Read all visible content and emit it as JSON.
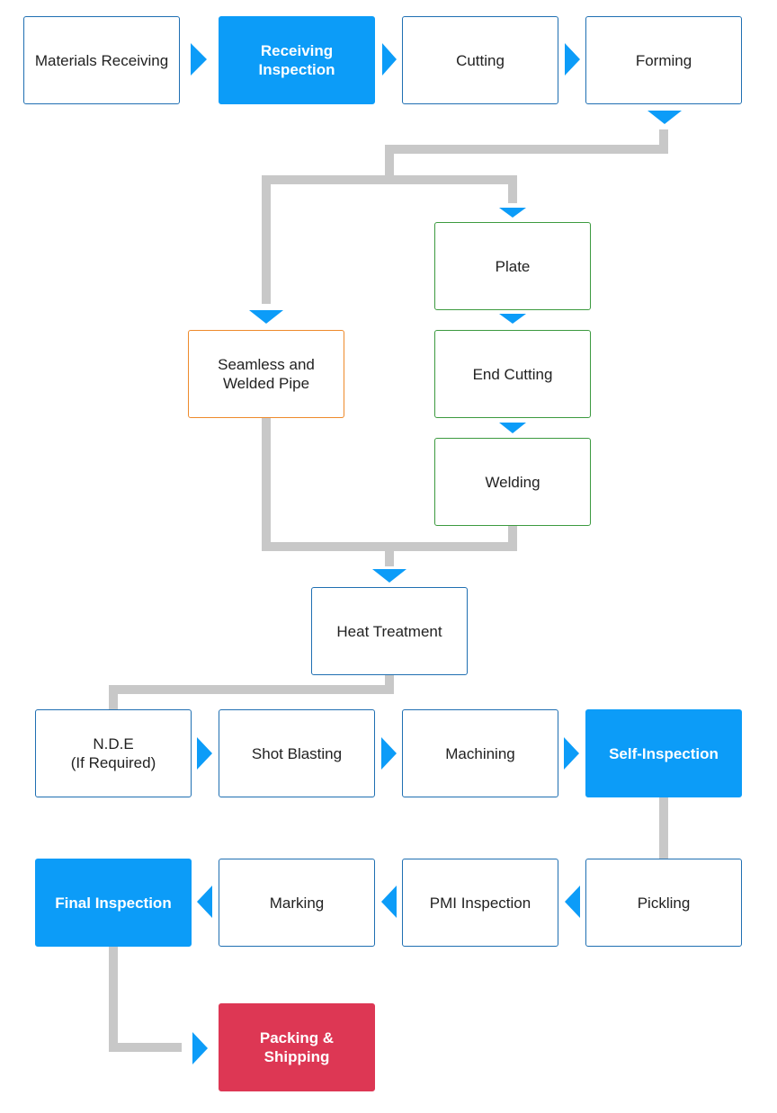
{
  "colors": {
    "blue": "#0c9cf8",
    "red": "#dd3754",
    "green_border": "#3c9a3f",
    "orange_border": "#ee8a2b",
    "default_border": "#1f6fb2",
    "connector": "#c8c8c8",
    "arrow": "#0c9cf8"
  },
  "steps": {
    "materials_receiving": "Materials Receiving",
    "receiving_inspection": "Receiving Inspection",
    "cutting": "Cutting",
    "forming": "Forming",
    "plate": "Plate",
    "seamless_welded_pipe": "Seamless and\nWelded Pipe",
    "end_cutting": "End Cutting",
    "welding": "Welding",
    "heat_treatment": "Heat Treatment",
    "nde": "N.D.E\n(If Required)",
    "shot_blasting": "Shot Blasting",
    "machining": "Machining",
    "self_inspection": "Self-Inspection",
    "final_inspection": "Final Inspection",
    "marking": "Marking",
    "pmi_inspection": "PMI Inspection",
    "pickling": "Pickling",
    "packing_shipping": "Packing &\nShipping"
  }
}
